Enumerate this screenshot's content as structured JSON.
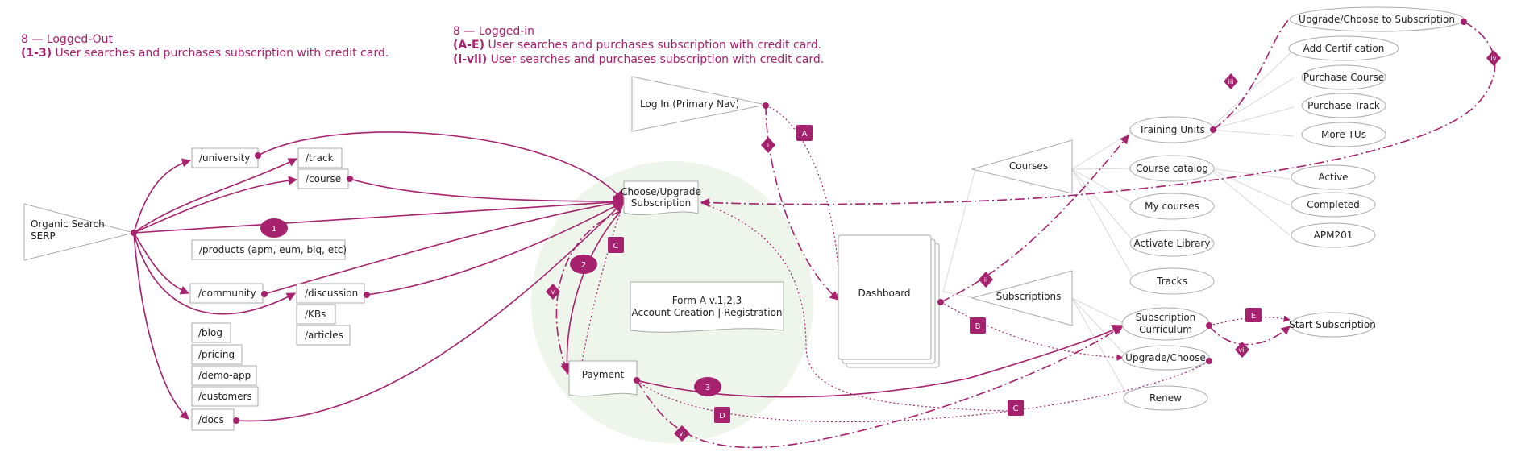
{
  "colors": {
    "accent": "#a6216e",
    "gray": "#8c8c8c",
    "light_gray": "#d0d0d0",
    "circle_fill": "#eef5ea"
  },
  "left_title": {
    "line1": "8 — Logged-Out",
    "line2_bold": "(1-3)",
    "line2_rest": " User searches and purchases subscription with credit card."
  },
  "right_title": {
    "line1": "8 — Logged-in",
    "line2_bold": "(A-E)",
    "line2_rest": " User searches and purchases subscription with credit card.",
    "line3_bold": "(i-vii)",
    "line3_rest": " User searches and purchases subscription with credit card."
  },
  "nodes": {
    "organic_search": [
      "Organic Search",
      "SERP"
    ],
    "university": "/university",
    "track": "/track",
    "course": "/course",
    "products": "/products (apm, eum, biq, etc)",
    "community": "/community",
    "discussion": "/discussion",
    "kbs": "/KBs",
    "articles": "/articles",
    "blog": "/blog",
    "pricing": "/pricing",
    "demo_app": "/demo-app",
    "customers": "/customers",
    "docs": "/docs",
    "login": "Log In (Primary Nav)",
    "choose_upgrade": [
      "Choose/Upgrade",
      "Subscription"
    ],
    "form_a": [
      "Form A v.1,2,3",
      "Account Creation | Registration"
    ],
    "payment": "Payment",
    "dashboard": "Dashboard",
    "courses": "Courses",
    "subscriptions": "Subscriptions",
    "training_units": "Training Units",
    "course_catalog": "Course catalog",
    "my_courses": "My courses",
    "activate_library": "Activate Library",
    "tracks": "Tracks",
    "subscription_curriculum": [
      "Subscription",
      "Curriculum"
    ],
    "upgrade_choose": "Upgrade/Choose",
    "renew": "Renew",
    "upgrade_choose_to_subscription": "Upgrade/Choose to Subscription",
    "add_certification": "Add Certif cation",
    "purchase_course": "Purchase Course",
    "purchase_track": "Purchase Track",
    "more_tus": "More TUs",
    "active": "Active",
    "completed": "Completed",
    "apm201": "APM201",
    "start_subscription": "Start Subscription"
  },
  "step_labels": {
    "s1": "1",
    "s2": "2",
    "s3": "3",
    "A": "A",
    "B": "B",
    "C_top": "C",
    "C_bottom": "C",
    "D": "D",
    "E": "E",
    "i": "i",
    "ii": "ii",
    "iii": "iii",
    "iv": "iv",
    "v": "v",
    "vi": "vi",
    "vii": "vii"
  }
}
